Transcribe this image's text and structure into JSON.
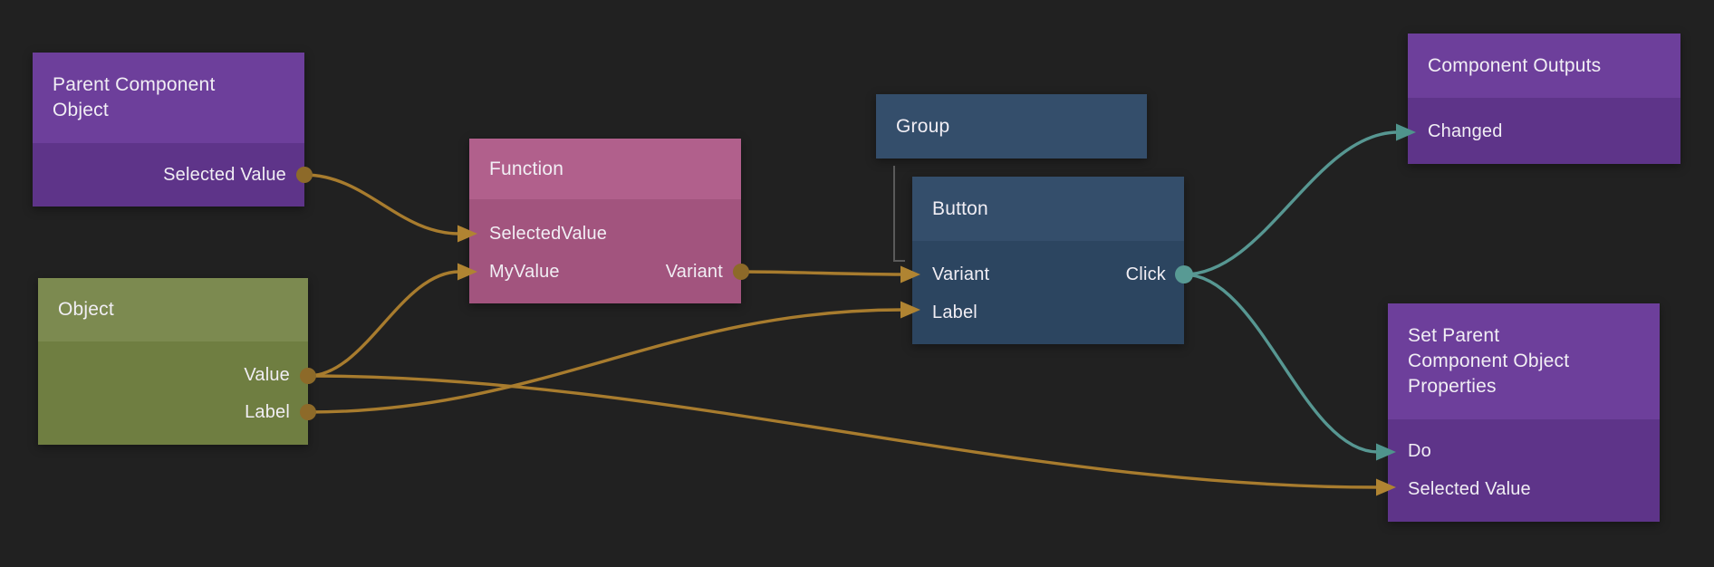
{
  "canvas": {
    "background": "#212121"
  },
  "palette": {
    "purple_header": "#6d3f9b",
    "purple_body": "#5e3489",
    "pink_header": "#b1608c",
    "pink_body": "#a2547e",
    "olive_header": "#7c8a50",
    "olive_body": "#6f7e41",
    "blue_header": "#344e6b",
    "blue_body": "#2c4560",
    "wire_data": "#a87c2e",
    "wire_signal": "#579792",
    "group_link_line": "#5a5a5a",
    "text": "#f1eef4"
  },
  "nodes": {
    "parent_component_object": {
      "title": "Parent Component Object",
      "outputs": [
        "Selected Value"
      ]
    },
    "function": {
      "title": "Function",
      "inputs": [
        "SelectedValue",
        "MyValue"
      ],
      "outputs": [
        "Variant"
      ]
    },
    "object": {
      "title": "Object",
      "outputs": [
        "Value",
        "Label"
      ]
    },
    "group": {
      "title": "Group"
    },
    "button": {
      "title": "Button",
      "inputs": [
        "Variant",
        "Label"
      ],
      "outputs": [
        "Click"
      ]
    },
    "component_outputs": {
      "title": "Component Outputs",
      "inputs": [
        "Changed"
      ]
    },
    "set_parent_component_object_properties": {
      "title": "Set Parent Component Object Properties",
      "inputs": [
        "Do",
        "Selected Value"
      ]
    }
  },
  "connections": [
    {
      "from": "Parent Component Object.Selected Value",
      "to": "Function.SelectedValue",
      "kind": "data"
    },
    {
      "from": "Object.Value",
      "to": "Function.MyValue",
      "kind": "data"
    },
    {
      "from": "Function.Variant",
      "to": "Button.Variant",
      "kind": "data"
    },
    {
      "from": "Object.Label",
      "to": "Button.Label",
      "kind": "data"
    },
    {
      "from": "Object.Value",
      "to": "Set Parent Component Object Properties.Selected Value",
      "kind": "data"
    },
    {
      "from": "Button.Click",
      "to": "Component Outputs.Changed",
      "kind": "signal"
    },
    {
      "from": "Button.Click",
      "to": "Set Parent Component Object Properties.Do",
      "kind": "signal"
    },
    {
      "from": "Group",
      "to": "Button",
      "kind": "child"
    }
  ]
}
